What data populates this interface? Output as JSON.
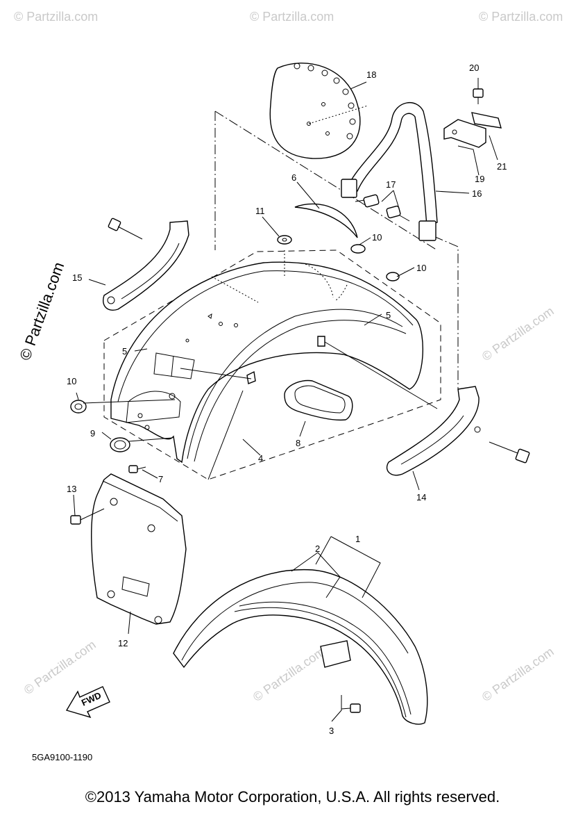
{
  "diagram_code": "5GA9100-1190",
  "fwd_label": "FWD",
  "copyright": "©2013 Yamaha Motor Corporation, U.S.A. All rights reserved.",
  "watermark": "© Partzilla.com",
  "callouts": [
    "1",
    "2",
    "3",
    "4",
    "5",
    "5",
    "6",
    "7",
    "8",
    "9",
    "10",
    "10",
    "10",
    "11",
    "12",
    "13",
    "14",
    "15",
    "16",
    "17",
    "18",
    "19",
    "20",
    "21"
  ]
}
